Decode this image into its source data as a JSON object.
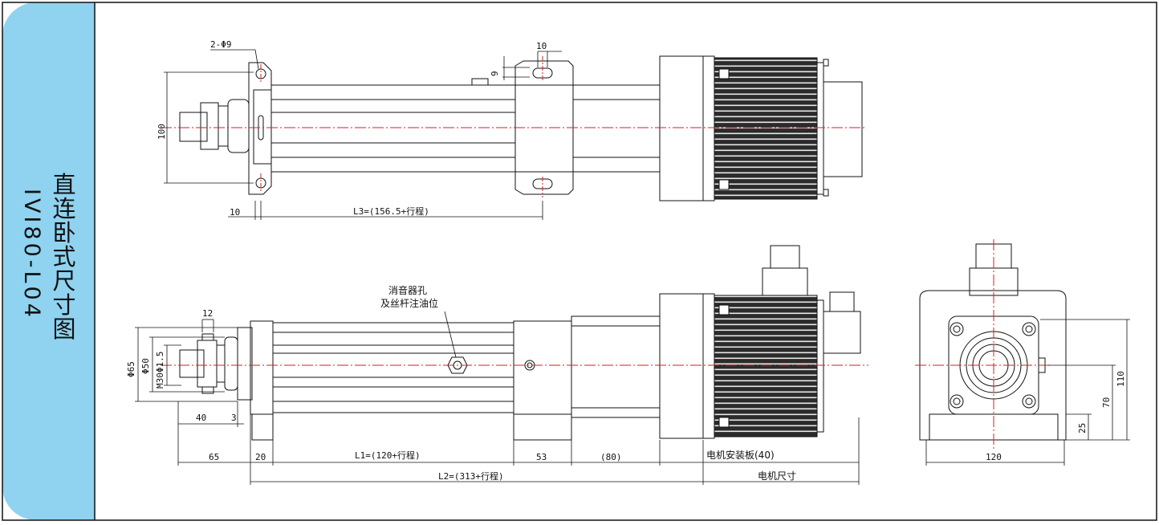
{
  "sidebar": {
    "title_cn": "直连卧式尺寸图",
    "model_code": "IVI80-L04"
  },
  "dimensions": {
    "top": {
      "holes": "2-Φ9",
      "slot_width": "10",
      "slot_height": "9",
      "height": "100",
      "edge_offset": "10",
      "l3": "L3=(156.5+行程)"
    },
    "side": {
      "flat": "12",
      "phi65": "Φ65",
      "phi50": "Φ50",
      "thread": "M30Φ1.5",
      "d40": "40",
      "d3": "3",
      "d65": "65",
      "d20": "20",
      "l1": "L1=(120+行程)",
      "d53": "53",
      "d80": "(80)",
      "motor_plate": "电机安装板(40)",
      "l2": "L2=(313+行程)",
      "motor_size": "电机尺寸",
      "note_line1": "消音器孔",
      "note_line2": "及丝杆注油位"
    },
    "end": {
      "w120": "120",
      "h110": "110",
      "h70": "70",
      "h25": "25"
    }
  },
  "colors": {
    "sidebar": "#8fd3f0",
    "line": "#111111",
    "centerline": "#d62020",
    "motor": "#2b2b2b"
  }
}
